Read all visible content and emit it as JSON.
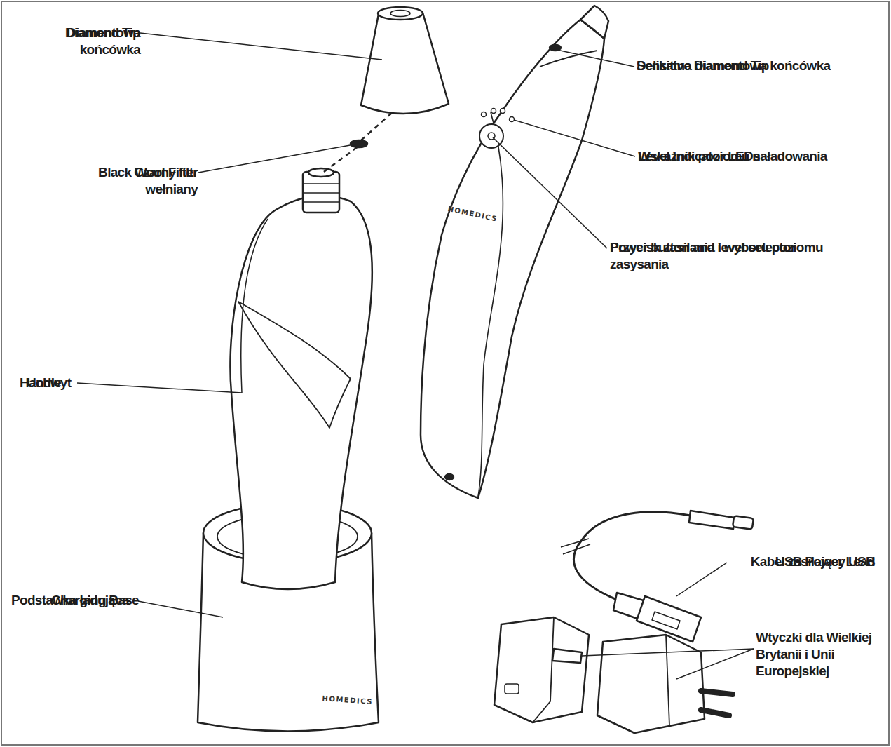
{
  "diagram": {
    "labels": [
      "Diamond Tip",
      "Diamentowa końcówka",
      "Black Wool Filter",
      "Czarny filtr wełniany",
      "Handle",
      "Uchwyt",
      "Charging Base",
      "Podstawka ładująca",
      "Sensitive Diamond Tip",
      "Delikatna diamentowa końcówka",
      "Level Indicator LEDs",
      "Wskaźnik poziomu naładowania",
      "Power button and level selector",
      "Przycisk zasilania i wyboru poziomu zasysania",
      "USB Power Lead",
      "Kabel zasilający USB",
      "Wtyczki dla Wielkiej Brytanii i Unii Europejskiej",
      "HOMEDICS",
      "HOMEDICS"
    ]
  }
}
